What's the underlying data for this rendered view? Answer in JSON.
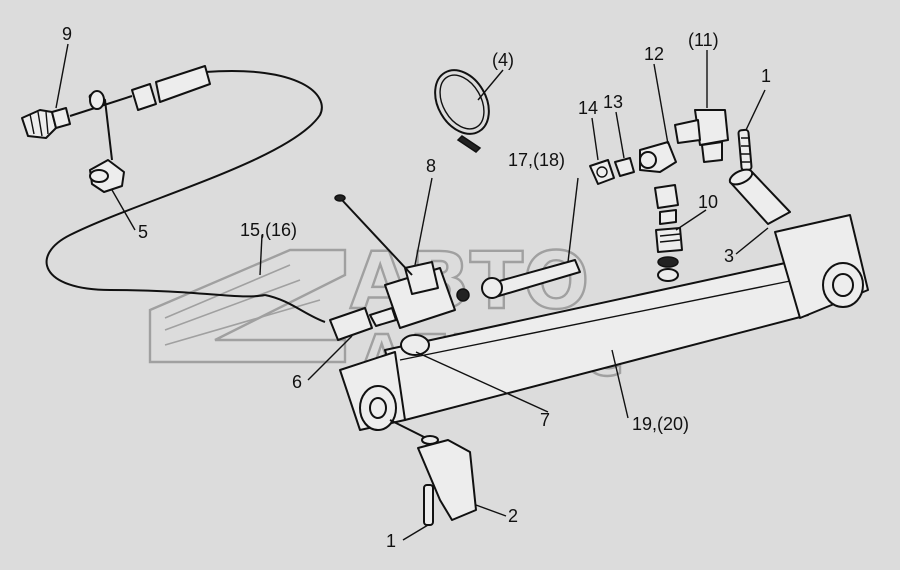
{
  "watermark": {
    "line1": "АВТО",
    "line2": "АЛЬЯНС"
  },
  "callouts": [
    {
      "id": "c9",
      "text": "9"
    },
    {
      "id": "c4",
      "text": "(4)"
    },
    {
      "id": "c11",
      "text": "(11)"
    },
    {
      "id": "c12",
      "text": "12"
    },
    {
      "id": "c1a",
      "text": "1"
    },
    {
      "id": "c13",
      "text": "13"
    },
    {
      "id": "c14",
      "text": "14"
    },
    {
      "id": "c8",
      "text": "8"
    },
    {
      "id": "c1718",
      "text": "17,(18)"
    },
    {
      "id": "c5",
      "text": "5"
    },
    {
      "id": "c1516",
      "text": "15,(16)"
    },
    {
      "id": "c10",
      "text": "10"
    },
    {
      "id": "c3",
      "text": "3"
    },
    {
      "id": "c6",
      "text": "6"
    },
    {
      "id": "c7",
      "text": "7"
    },
    {
      "id": "c1920",
      "text": "19,(20)"
    },
    {
      "id": "c2",
      "text": "2"
    },
    {
      "id": "c1b",
      "text": "1"
    }
  ]
}
